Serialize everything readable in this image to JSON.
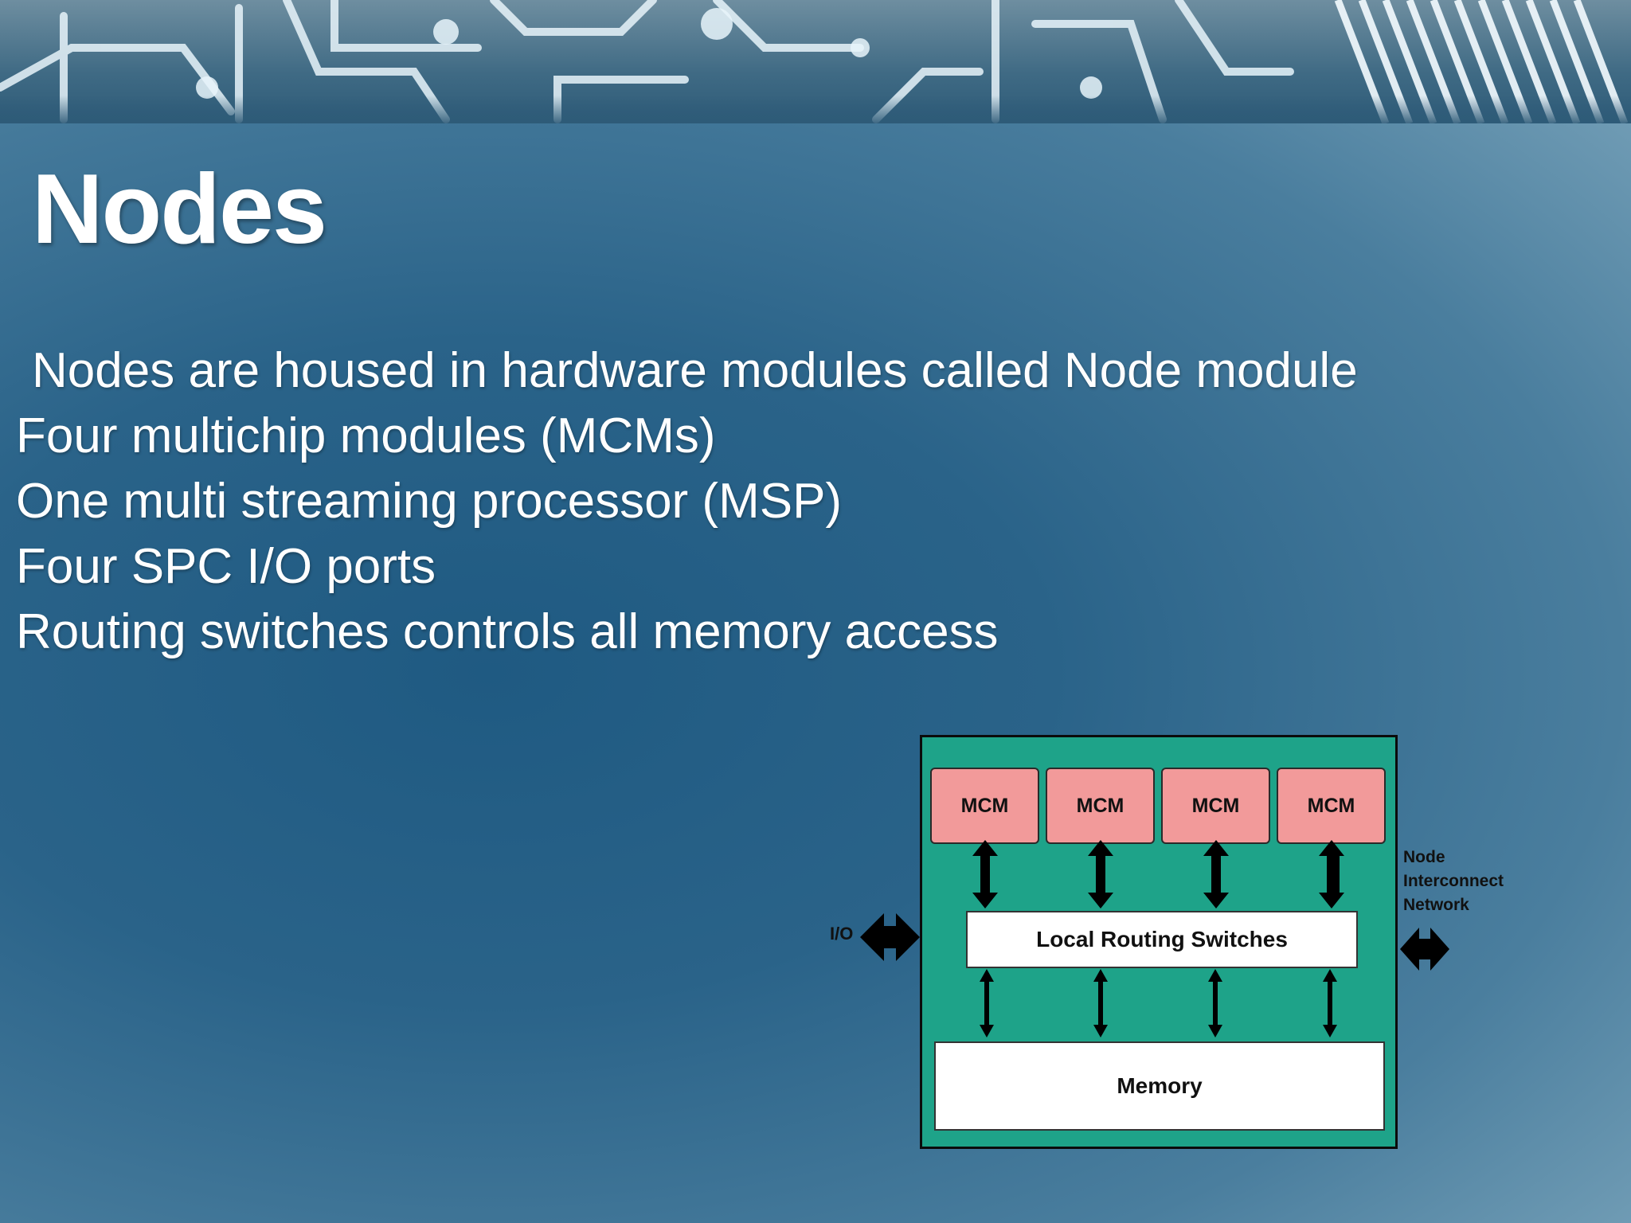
{
  "slide": {
    "title": "Nodes",
    "bullets": [
      "Nodes are housed in hardware modules called Node module",
      "Four multichip modules (MCMs)",
      "One multi streaming processor (MSP)",
      "Four SPC I/O ports",
      "Routing switches controls all memory access"
    ]
  },
  "diagram": {
    "mcm_labels": [
      "MCM",
      "MCM",
      "MCM",
      "MCM"
    ],
    "switch_label": "Local Routing Switches",
    "memory_label": "Memory",
    "io_label": "I/O",
    "network_label": [
      "Node",
      "Interconnect",
      "Network"
    ],
    "colors": {
      "board": "#1ea389",
      "mcm": "#f29a9a",
      "box": "#ffffff"
    }
  }
}
